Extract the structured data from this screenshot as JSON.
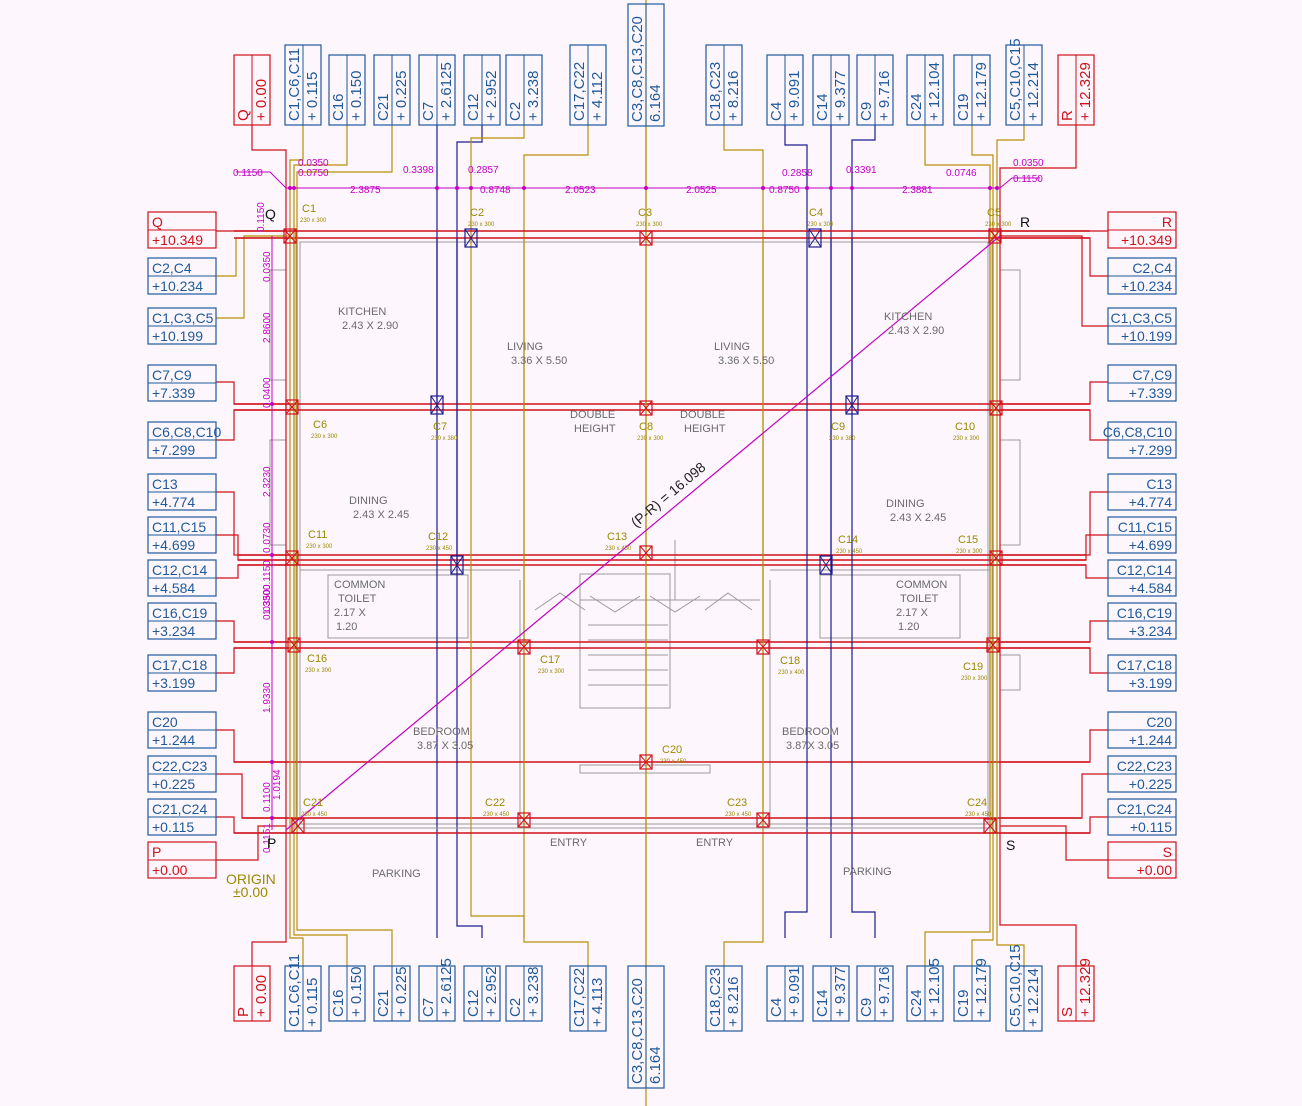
{
  "colors": {
    "background": "#fdf6fd",
    "grid_red": "#d0101a",
    "column_blue": "#1e5a9a",
    "column_navy": "#1c1c8f",
    "wall_olive": "#b8900a",
    "label_olive": "#9a8a00",
    "dimension_magenta": "#c400c4",
    "room_text": "#6a6a6a",
    "wall_grey": "#9a9a9a"
  },
  "corners": {
    "Q": "Q",
    "R": "R",
    "P": "P",
    "S": "S"
  },
  "diagonal_label": "(P-R) = 16.098",
  "origin": {
    "title": "ORIGIN",
    "value": "±0.00"
  },
  "top_boxes": [
    {
      "id": "Q",
      "name": "Q",
      "value": "+ 0.00",
      "style": "red"
    },
    {
      "id": "C1C6C11",
      "name": "C1,C6,C11",
      "value": "+ 0.115",
      "style": "blue"
    },
    {
      "id": "C16",
      "name": "C16",
      "value": "+ 0.150",
      "style": "blue"
    },
    {
      "id": "C21",
      "name": "C21",
      "value": "+ 0.225",
      "style": "blue"
    },
    {
      "id": "C7",
      "name": "C7",
      "value": "+ 2.6125",
      "style": "blue"
    },
    {
      "id": "C12",
      "name": "C12",
      "value": "+ 2.952",
      "style": "blue"
    },
    {
      "id": "C2",
      "name": "C2",
      "value": "+ 3.238",
      "style": "blue"
    },
    {
      "id": "C17C22",
      "name": "C17,C22",
      "value": "+ 4.112",
      "style": "blue"
    },
    {
      "id": "C3C8",
      "name": "C3,C8,C13,C20",
      "value": "6.164",
      "style": "blue"
    },
    {
      "id": "C18C23",
      "name": "C18,C23",
      "value": "+ 8.216",
      "style": "blue"
    },
    {
      "id": "C4",
      "name": "C4",
      "value": "+ 9.091",
      "style": "blue"
    },
    {
      "id": "C14",
      "name": "C14",
      "value": "+ 9.377",
      "style": "blue"
    },
    {
      "id": "C9",
      "name": "C9",
      "value": "+ 9.716",
      "style": "blue"
    },
    {
      "id": "C24",
      "name": "C24",
      "value": "+ 12.104",
      "style": "blue"
    },
    {
      "id": "C19",
      "name": "C19",
      "value": "+ 12.179",
      "style": "blue"
    },
    {
      "id": "C5C10C15",
      "name": "C5,C10,C15",
      "value": "+ 12.214",
      "style": "blue"
    },
    {
      "id": "R",
      "name": "R",
      "value": "+ 12.329",
      "style": "red"
    }
  ],
  "bottom_boxes": [
    {
      "id": "P",
      "name": "P",
      "value": "+ 0.00",
      "style": "red"
    },
    {
      "id": "C1C6C11",
      "name": "C1,C6,C11",
      "value": "+ 0.115",
      "style": "blue"
    },
    {
      "id": "C16",
      "name": "C16",
      "value": "+ 0.150",
      "style": "blue"
    },
    {
      "id": "C21",
      "name": "C21",
      "value": "+ 0.225",
      "style": "blue"
    },
    {
      "id": "C7",
      "name": "C7",
      "value": "+ 2.6125",
      "style": "blue"
    },
    {
      "id": "C12",
      "name": "C12",
      "value": "+ 2.952",
      "style": "blue"
    },
    {
      "id": "C2",
      "name": "C2",
      "value": "+ 3.238",
      "style": "blue"
    },
    {
      "id": "C17C22",
      "name": "C17,C22",
      "value": "+ 4.113",
      "style": "blue"
    },
    {
      "id": "C3C8",
      "name": "C3,C8,C13,C20",
      "value": "6.164",
      "style": "blue"
    },
    {
      "id": "C18C23",
      "name": "C18,C23",
      "value": "+ 8.216",
      "style": "blue"
    },
    {
      "id": "C4",
      "name": "C4",
      "value": "+ 9.091",
      "style": "blue"
    },
    {
      "id": "C14",
      "name": "C14",
      "value": "+ 9.377",
      "style": "blue"
    },
    {
      "id": "C9",
      "name": "C9",
      "value": "+ 9.716",
      "style": "blue"
    },
    {
      "id": "C24",
      "name": "C24",
      "value": "+ 12.105",
      "style": "blue"
    },
    {
      "id": "C19",
      "name": "C19",
      "value": "+ 12.179",
      "style": "blue"
    },
    {
      "id": "C5C10C15",
      "name": "C5,C10,C15",
      "value": "+ 12.214",
      "style": "blue"
    },
    {
      "id": "S",
      "name": "S",
      "value": "+ 12.329",
      "style": "red"
    }
  ],
  "left_boxes": [
    {
      "id": "Q",
      "name": "Q",
      "value": "+10.349",
      "style": "red"
    },
    {
      "id": "C2C4",
      "name": "C2,C4",
      "value": "+10.234",
      "style": "blue"
    },
    {
      "id": "C1C3C5",
      "name": "C1,C3,C5",
      "value": "+10.199",
      "style": "blue"
    },
    {
      "id": "C7C9",
      "name": "C7,C9",
      "value": "+7.339",
      "style": "blue"
    },
    {
      "id": "C6C8C10",
      "name": "C6,C8,C10",
      "value": "+7.299",
      "style": "blue"
    },
    {
      "id": "C13",
      "name": "C13",
      "value": "+4.774",
      "style": "blue"
    },
    {
      "id": "C11C15",
      "name": "C11,C15",
      "value": "+4.699",
      "style": "blue"
    },
    {
      "id": "C12C14",
      "name": "C12,C14",
      "value": "+4.584",
      "style": "blue"
    },
    {
      "id": "C16C19",
      "name": "C16,C19",
      "value": "+3.234",
      "style": "blue"
    },
    {
      "id": "C17C18",
      "name": "C17,C18",
      "value": "+3.199",
      "style": "blue"
    },
    {
      "id": "C20",
      "name": "C20",
      "value": "+1.244",
      "style": "blue"
    },
    {
      "id": "C22C23",
      "name": "C22,C23",
      "value": "+0.225",
      "style": "blue"
    },
    {
      "id": "C21C24",
      "name": "C21,C24",
      "value": "+0.115",
      "style": "blue"
    },
    {
      "id": "P",
      "name": "P",
      "value": "+0.00",
      "style": "red"
    }
  ],
  "right_boxes": [
    {
      "id": "R",
      "name": "R",
      "value": "+10.349",
      "style": "red"
    },
    {
      "id": "C2C4",
      "name": "C2,C4",
      "value": "+10.234",
      "style": "blue"
    },
    {
      "id": "C1C3C5",
      "name": "C1,C3,C5",
      "value": "+10.199",
      "style": "blue"
    },
    {
      "id": "C7C9",
      "name": "C7,C9",
      "value": "+7.339",
      "style": "blue"
    },
    {
      "id": "C6C8C10",
      "name": "C6,C8,C10",
      "value": "+7.299",
      "style": "blue"
    },
    {
      "id": "C13",
      "name": "C13",
      "value": "+4.774",
      "style": "blue"
    },
    {
      "id": "C11C15",
      "name": "C11,C15",
      "value": "+4.699",
      "style": "blue"
    },
    {
      "id": "C12C14",
      "name": "C12,C14",
      "value": "+4.584",
      "style": "blue"
    },
    {
      "id": "C16C19",
      "name": "C16,C19",
      "value": "+3.234",
      "style": "blue"
    },
    {
      "id": "C17C18",
      "name": "C17,C18",
      "value": "+3.199",
      "style": "blue"
    },
    {
      "id": "C20",
      "name": "C20",
      "value": "+1.244",
      "style": "blue"
    },
    {
      "id": "C22C23",
      "name": "C22,C23",
      "value": "+0.225",
      "style": "blue"
    },
    {
      "id": "C21C24",
      "name": "C21,C24",
      "value": "+0.115",
      "style": "blue"
    },
    {
      "id": "S",
      "name": "S",
      "value": "+0.00",
      "style": "red"
    }
  ],
  "top_dimensions": [
    "0.1150",
    "0.0350",
    "0.0750",
    "2.3875",
    "0.3398",
    "0.2857",
    "0.8748",
    "2.0523",
    "2.0525",
    "0.8750",
    "0.2858",
    "0.3391",
    "2.3881",
    "0.0746",
    "0.0350",
    "0.1150"
  ],
  "left_dimensions": [
    "0.1150",
    "0.0350",
    "2.8600",
    "0.0400",
    "2.3230",
    "0.0730",
    "0.1150",
    "0.0350",
    "1.3300",
    "1.9330",
    "0.1100",
    "1.0194",
    "0.1151"
  ],
  "columns": [
    {
      "name": "C1",
      "size": "230 x 300"
    },
    {
      "name": "C2",
      "size": "230 x 300"
    },
    {
      "name": "C3",
      "size": "230 x 300"
    },
    {
      "name": "C4",
      "size": "230 x 300"
    },
    {
      "name": "C5",
      "size": "230 x 300"
    },
    {
      "name": "C6",
      "size": "230 x 300"
    },
    {
      "name": "C7",
      "size": "230 x 380"
    },
    {
      "name": "C8",
      "size": "230 x 300"
    },
    {
      "name": "C9",
      "size": "230 x 380"
    },
    {
      "name": "C10",
      "size": "230 x 300"
    },
    {
      "name": "C11",
      "size": "230 x 300"
    },
    {
      "name": "C12",
      "size": "230 x 450"
    },
    {
      "name": "C13",
      "size": "230 x 450"
    },
    {
      "name": "C14",
      "size": "230 x 450"
    },
    {
      "name": "C15",
      "size": "230 x 300"
    },
    {
      "name": "C16",
      "size": "230 x 300"
    },
    {
      "name": "C17",
      "size": "230 x 300"
    },
    {
      "name": "C18",
      "size": "230 x 400"
    },
    {
      "name": "C19",
      "size": "230 x 300"
    },
    {
      "name": "C20",
      "size": "230 x 450"
    },
    {
      "name": "C21",
      "size": "230 x 450"
    },
    {
      "name": "C22",
      "size": "230 x 450"
    },
    {
      "name": "C23",
      "size": "230 x 450"
    },
    {
      "name": "C24",
      "size": "230 x 450"
    }
  ],
  "rooms": [
    {
      "name": "KITCHEN",
      "dims": "2.43 X 2.90"
    },
    {
      "name": "LIVING",
      "dims": "3.36  X 5.50"
    },
    {
      "name": "LIVING",
      "dims": "3.36  X 5.50"
    },
    {
      "name": "KITCHEN",
      "dims": "2.43 X 2.90"
    },
    {
      "name": "DOUBLE",
      "dims": "HEIGHT"
    },
    {
      "name": "DOUBLE",
      "dims": "HEIGHT"
    },
    {
      "name": "DINING",
      "dims": "2.43 X 2.45"
    },
    {
      "name": "DINING",
      "dims": "2.43 X 2.45"
    },
    {
      "name": "COMMON",
      "dims": "TOILET"
    },
    {
      "name": "COMMON",
      "dims": "TOILET"
    },
    {
      "name": "BEDROOM",
      "dims": "3.87 X 3.05"
    },
    {
      "name": "BEDROOM",
      "dims": "3.87X 3.05"
    },
    {
      "name": "ENTRY",
      "dims": ""
    },
    {
      "name": "ENTRY",
      "dims": ""
    },
    {
      "name": "PARKING",
      "dims": ""
    },
    {
      "name": "PARKING",
      "dims": ""
    }
  ],
  "toilet_extra": [
    "2.17 X",
    "1.20"
  ]
}
